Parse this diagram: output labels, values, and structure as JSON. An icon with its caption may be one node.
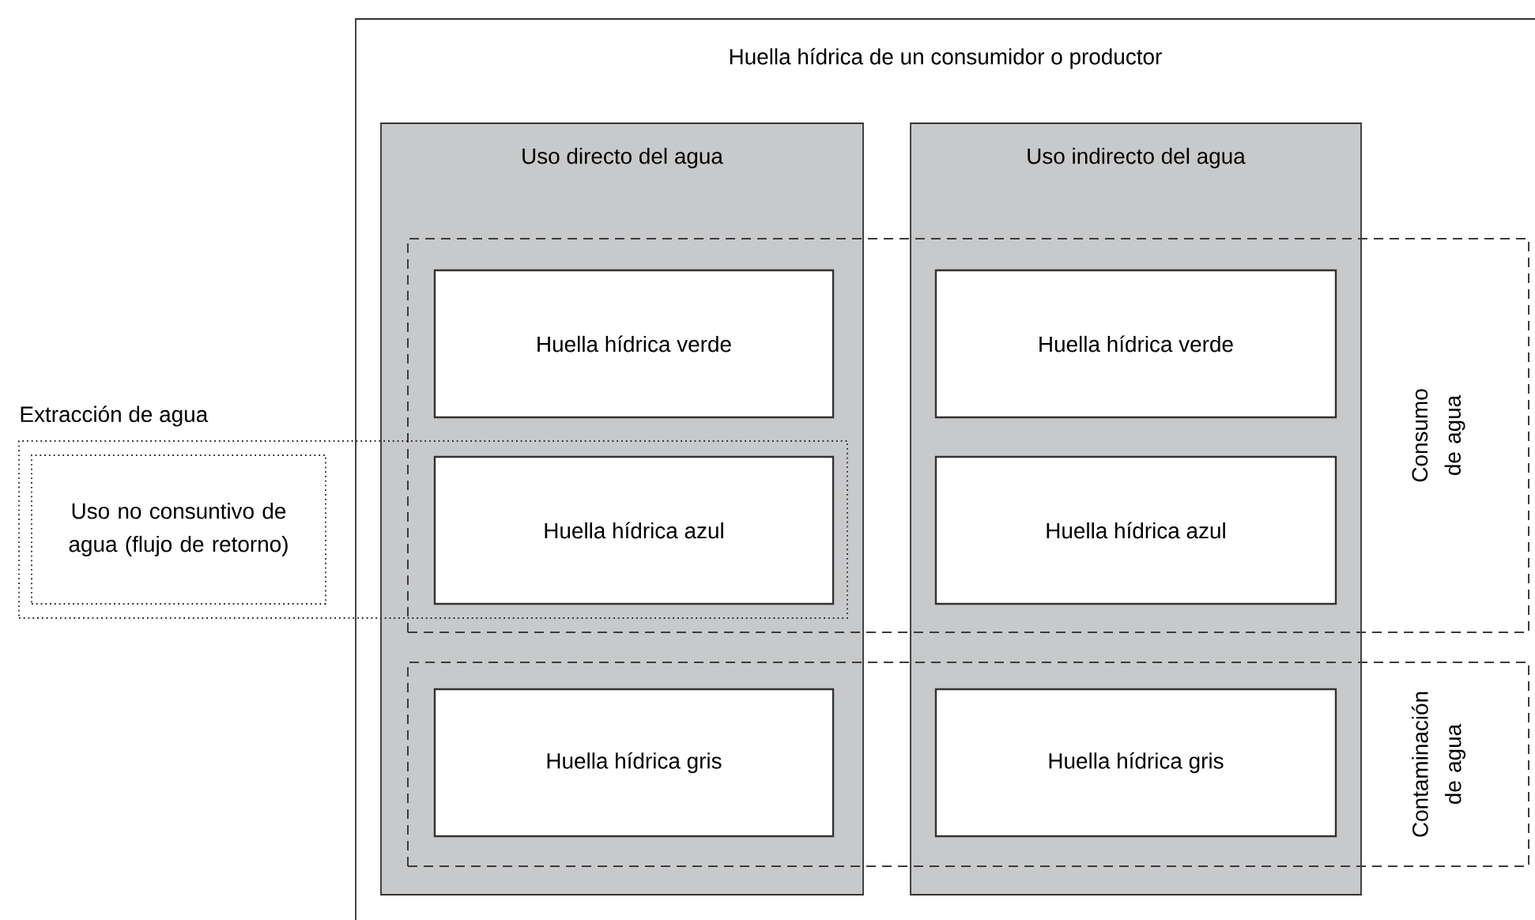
{
  "diagram": {
    "nodes": [
      {
        "text": [
          "Huella hídrica de un consumidor o productor"
        ]
      },
      {
        "text": [
          "Uso directo del agua"
        ],
        "in": 0
      },
      {
        "text": [
          "Huella hídrica verde"
        ]
      },
      {
        "text": [
          "Huella hídrica azul"
        ]
      },
      {
        "text": [
          "Huella hídrica gris"
        ]
      },
      {
        "text": [
          "Uso indirecto del agua"
        ],
        "in": 0
      },
      {
        "text": [
          "Huella hídrica verde"
        ]
      },
      {
        "text": [
          "Huella hídrica azul"
        ]
      },
      {
        "text": [
          "Huella hídrica gris"
        ]
      },
      {
        "text": [
          "Consumo de agua"
        ],
        "in": 0
      },
      {
        "text": [
          "Contaminación de agua"
        ],
        "in": 0
      },
      {
        "text": [
          "Extracción de agua"
        ]
      },
      {
        "text": [
          "Uso no consuntivo de agua (flujo de retorno)"
        ],
        "in": 11
      }
    ]
  }
}
